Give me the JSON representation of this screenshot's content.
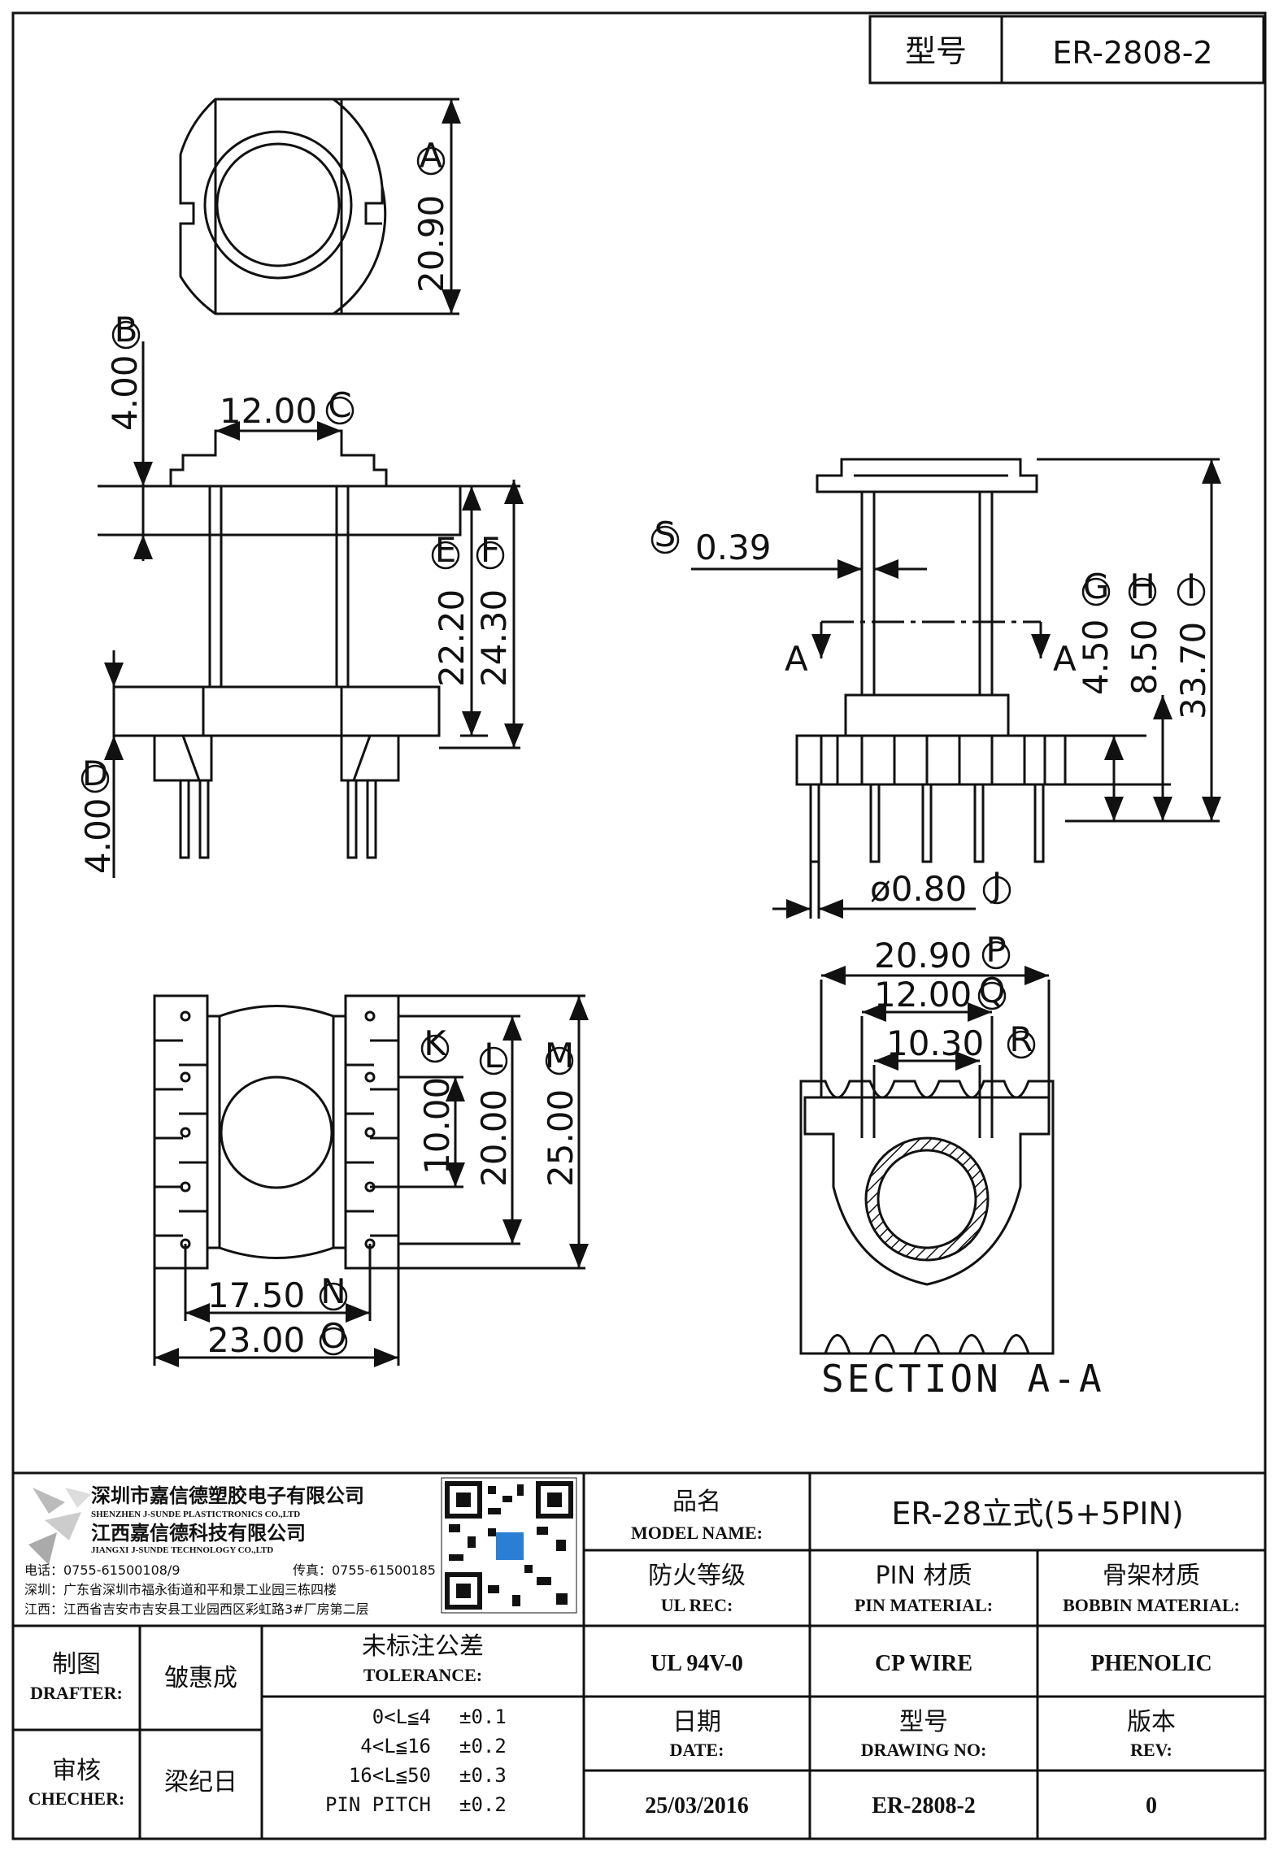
{
  "header": {
    "model_label": "型号",
    "model_value": "ER-2808-2"
  },
  "dimensions": {
    "A": {
      "letter": "A",
      "value": "20.90"
    },
    "B": {
      "letter": "B",
      "value": "4.00"
    },
    "C": {
      "letter": "C",
      "value": "12.00"
    },
    "D": {
      "letter": "D",
      "value": "4.00"
    },
    "E": {
      "letter": "E",
      "value": "22.20"
    },
    "F": {
      "letter": "F",
      "value": "24.30"
    },
    "G": {
      "letter": "G",
      "value": "4.50"
    },
    "H": {
      "letter": "H",
      "value": "8.50"
    },
    "I": {
      "letter": "I",
      "value": "33.70"
    },
    "J": {
      "letter": "J",
      "value": "ø0.80"
    },
    "K": {
      "letter": "K",
      "value": "10.00"
    },
    "L": {
      "letter": "L",
      "value": "20.00"
    },
    "M": {
      "letter": "M",
      "value": "25.00"
    },
    "N": {
      "letter": "N",
      "value": "17.50"
    },
    "O": {
      "letter": "O",
      "value": "23.00"
    },
    "P": {
      "letter": "P",
      "value": "20.90"
    },
    "Q": {
      "letter": "Q",
      "value": "12.00"
    },
    "R": {
      "letter": "R",
      "value": "10.30"
    },
    "S": {
      "letter": "S",
      "value": "0.39"
    }
  },
  "section": {
    "arrow_left": "A",
    "arrow_right": "A",
    "title": "SECTION A-A"
  },
  "company": {
    "name_cn_1": "深圳市嘉信德塑胶电子有限公司",
    "name_en_1": "SHENZHEN J-SUNDE PLASTICTRONICS CO.,LTD",
    "name_cn_2": "江西嘉信德科技有限公司",
    "name_en_2": "JIANGXI J-SUNDE TECHNOLOGY CO.,LTD",
    "phone": "电话：0755-61500108/9",
    "fax": "传真：0755-61500185",
    "addr_sz": "深圳：广东省深圳市福永街道和平和景工业园三栋四楼",
    "addr_jx": "江西：江西省吉安市吉安县工业园西区彩虹路3#厂房第二层"
  },
  "title_block": {
    "model_name_cn": "品名",
    "model_name_en": "MODEL NAME:",
    "model_name_value": "ER-28立式(5+5PIN)",
    "ul_cn": "防火等级",
    "ul_en": "UL REC:",
    "ul_value": "UL 94V-0",
    "pin_cn": "PIN 材质",
    "pin_en": "PIN MATERIAL:",
    "pin_value": "CP WIRE",
    "bobbin_cn": "骨架材质",
    "bobbin_en": "BOBBIN MATERIAL:",
    "bobbin_value": "PHENOLIC",
    "drafter_cn": "制图",
    "drafter_en": "DRAFTER:",
    "drafter_value": "皱惠成",
    "checker_cn": "审核",
    "checker_en": "CHECHER:",
    "checker_value": "梁纪日",
    "tolerance_cn": "未标注公差",
    "tolerance_en": "TOLERANCE:",
    "tolerances": [
      {
        "range": "0<L≦4",
        "value": "±0.1"
      },
      {
        "range": "4<L≦16",
        "value": "±0.2"
      },
      {
        "range": "16<L≦50",
        "value": "±0.3"
      },
      {
        "range": "PIN PITCH",
        "value": "±0.2"
      }
    ],
    "date_cn": "日期",
    "date_en": "DATE:",
    "date_value": "25/03/2016",
    "drawing_cn": "型号",
    "drawing_en": "DRAWING NO:",
    "drawing_value": "ER-2808-2",
    "rev_cn": "版本",
    "rev_en": "REV:",
    "rev_value": "0"
  }
}
